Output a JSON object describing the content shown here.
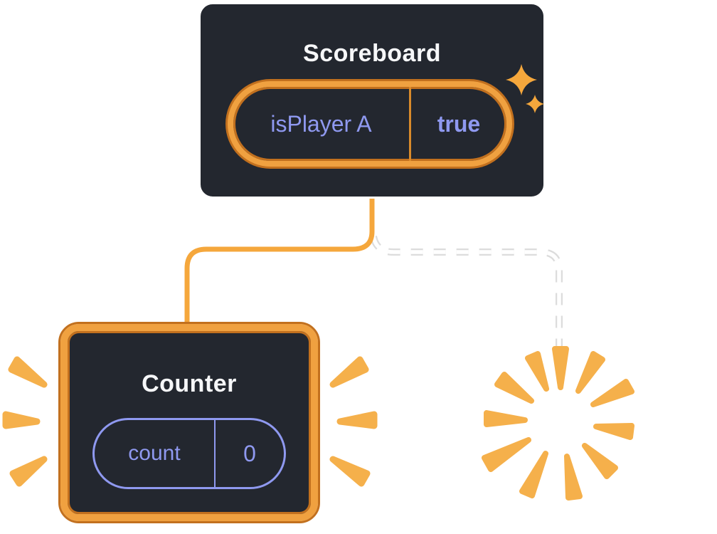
{
  "diagram": {
    "description": "Component tree state diagram: Scoreboard parent with state pill, solid branch to new Counter component, dashed branch to removed component burst"
  },
  "scoreboard": {
    "title": "Scoreboard",
    "state": {
      "label": "isPlayer A",
      "value": "true"
    }
  },
  "counter": {
    "title": "Counter",
    "state": {
      "label": "count",
      "value": "0"
    }
  },
  "colors": {
    "card_bg": "#23272F",
    "card_border_white": "#FFFFFF",
    "accent_orange": "#F0A140",
    "accent_orange_dark": "#C2701E",
    "ray_orange": "#F5B04B",
    "line_orange": "#F5A73C",
    "lavender": "#8F99F0",
    "title_text": "#F6F7F9"
  },
  "icons": {
    "sparkle": "sparkle-icon",
    "burst": "burst-icon",
    "emphasis": "emphasis-rays"
  }
}
